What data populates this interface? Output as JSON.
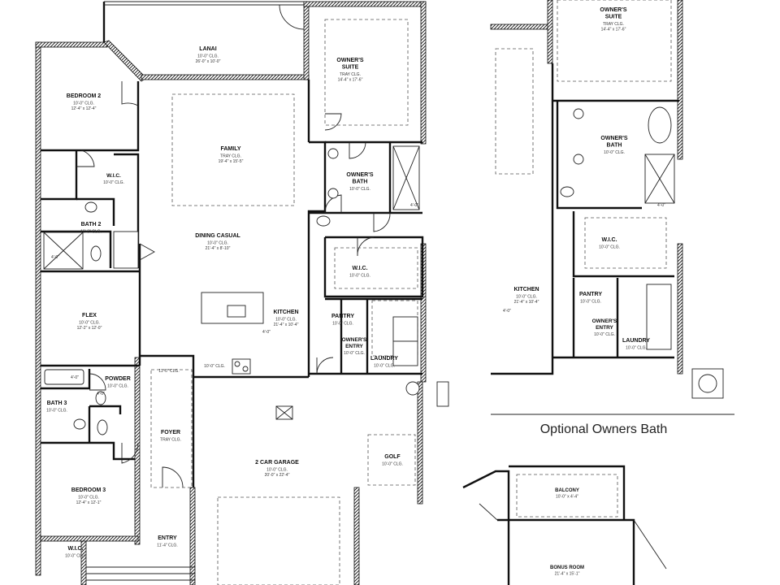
{
  "rooms": [
    {
      "id": "lanai",
      "name": "LANAI",
      "lines": [
        "10'-0\" CLG.",
        "26'-0\" x 10'-0\""
      ]
    },
    {
      "id": "owners-suite",
      "name": "OWNER'S\nSUITE",
      "lines": [
        "TRAY CLG.",
        "14'-4\" x 17'-6\""
      ]
    },
    {
      "id": "bedroom-2",
      "name": "BEDROOM 2",
      "lines": [
        "10'-0\" CLG.",
        "12'-4\" x 12'-4\""
      ]
    },
    {
      "id": "family",
      "name": "FAMILY",
      "lines": [
        "TRAY CLG.",
        "19'-4\" x 15'-5\""
      ]
    },
    {
      "id": "wic-1",
      "name": "W.I.C.",
      "lines": [
        "10'-0\" CLG."
      ]
    },
    {
      "id": "owners-bath",
      "name": "OWNER'S\nBATH",
      "lines": [
        "10'-0\" CLG."
      ]
    },
    {
      "id": "bath-2",
      "name": "BATH 2",
      "lines": [
        "10'-0\" CLG."
      ]
    },
    {
      "id": "dining-casual",
      "name": "DINING CASUAL",
      "lines": [
        "10'-0\" CLG.",
        "21'-4\" x 8'-10\""
      ]
    },
    {
      "id": "wic-2",
      "name": "W.I.C.",
      "lines": [
        "10'-0\" CLG."
      ]
    },
    {
      "id": "flex",
      "name": "FLEX",
      "lines": [
        "10'-0\" CLG.",
        "12'-2\" x 12'-0\""
      ]
    },
    {
      "id": "kitchen",
      "name": "KITCHEN",
      "lines": [
        "10'-0\" CLG.",
        "21'-4\" x 10'-4\""
      ]
    },
    {
      "id": "pantry",
      "name": "PANTRY",
      "lines": [
        "10'-0\" CLG."
      ]
    },
    {
      "id": "owners-entry",
      "name": "OWNER'S\nENTRY",
      "lines": [
        "10'-0\" CLG."
      ]
    },
    {
      "id": "laundry",
      "name": "LAUNDRY",
      "lines": [
        "10'-0\" CLG."
      ]
    },
    {
      "id": "powder",
      "name": "POWDER",
      "lines": [
        "10'-0\" CLG."
      ]
    },
    {
      "id": "bath-3",
      "name": "BATH 3",
      "lines": [
        "10'-0\" CLG."
      ]
    },
    {
      "id": "foyer",
      "name": "FOYER",
      "lines": [
        "TRAY CLG."
      ]
    },
    {
      "id": "garage",
      "name": "2 CAR GARAGE",
      "lines": [
        "10'-0\" CLG.",
        "20'-0\" x 22'-4\""
      ]
    },
    {
      "id": "golf",
      "name": "GOLF",
      "lines": [
        "10'-0\" CLG."
      ]
    },
    {
      "id": "bedroom-3",
      "name": "BEDROOM 3",
      "lines": [
        "10'-0\" CLG.",
        "12'-4\" x 12'-1\""
      ]
    },
    {
      "id": "entry",
      "name": "ENTRY",
      "lines": [
        "11'-4\" CLG."
      ]
    },
    {
      "id": "wic-3",
      "name": "W.I.C.",
      "lines": [
        "10'-0\" CLG."
      ]
    },
    {
      "id": "opt-owners-suite",
      "name": "OWNER'S\nSUITE",
      "lines": [
        "TRAY CLG.",
        "14'-4\" x 17'-6\""
      ]
    },
    {
      "id": "opt-owners-bath",
      "name": "OWNER'S\nBATH",
      "lines": [
        "10'-0\" CLG."
      ]
    },
    {
      "id": "opt-wic",
      "name": "W.I.C.",
      "lines": [
        "10'-0\" CLG."
      ]
    },
    {
      "id": "opt-kitchen",
      "name": "KITCHEN",
      "lines": [
        "10'-0\" CLG.",
        "21'-4\" x 10'-4\""
      ]
    },
    {
      "id": "opt-pantry",
      "name": "PANTRY",
      "lines": [
        "10'-0\" CLG."
      ]
    },
    {
      "id": "opt-owners-entry",
      "name": "OWNER'S\nENTRY",
      "lines": [
        "10'-0\" CLG."
      ]
    },
    {
      "id": "opt-laundry",
      "name": "LAUNDRY",
      "lines": [
        "10'-0\" CLG."
      ]
    },
    {
      "id": "balcony",
      "name": "BALCONY",
      "lines": [
        "10'-0\" x 4'-4\""
      ]
    },
    {
      "id": "bonus-room",
      "name": "BONUS ROOM",
      "lines": [
        "21'-4\" x 15'-1\""
      ]
    }
  ],
  "small_notes": {
    "foyer_clg": "10'-0\" CLG.",
    "foyer_clg2": "11'-0\" CLG.",
    "dim_4_0_a": "4'-0\"",
    "dim_4_0_b": "4'-0\"",
    "dim_4_0_c": "4'-0\"",
    "dim_4_0_d": "4'-0\"",
    "dim_4_0_e": "4'-0\"",
    "dim_4_0_f": "4'-0\"",
    "dim_4_0_g": "4'-0\""
  },
  "caption": "Optional Owners Bath"
}
